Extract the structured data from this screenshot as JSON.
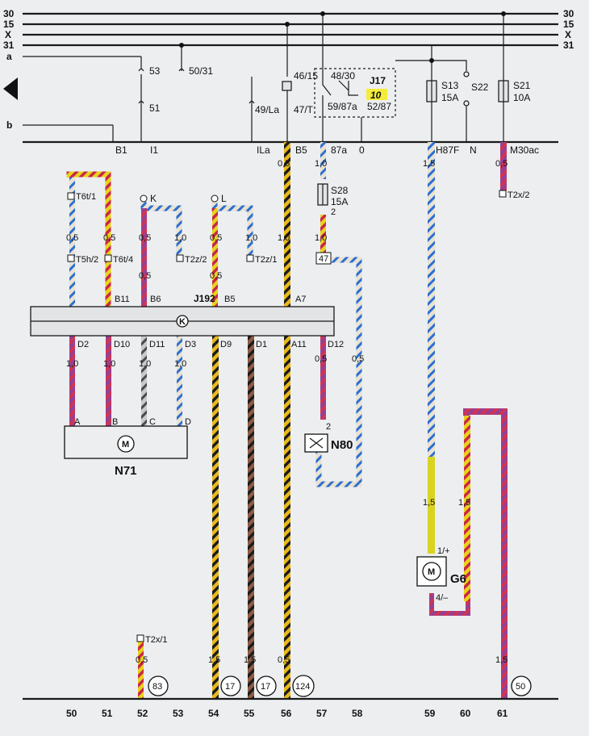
{
  "bus_lines": [
    "30",
    "15",
    "X",
    "31"
  ],
  "side_lines": [
    "a",
    "b"
  ],
  "relay": {
    "name": "J17",
    "number": "10"
  },
  "top_terms": {
    "t53": "53",
    "t50_31": "50/31",
    "t51": "51",
    "t46_15": "46/15",
    "t48_30": "48/30",
    "t49_la": "49/La",
    "t47_t": "47/T",
    "t59_87a": "59/87a",
    "t52_87": "52/87"
  },
  "fuses": [
    {
      "name": "S13",
      "rating": "15A"
    },
    {
      "name": "S22",
      "rating": ""
    },
    {
      "name": "S21",
      "rating": "10A"
    },
    {
      "name": "S28",
      "rating": "15A"
    }
  ],
  "header_labels": [
    "B1",
    "I1",
    "ILa",
    "B5",
    "87a",
    "0",
    "H87F",
    "N",
    "M30ac"
  ],
  "wire_sizes": {
    "top_row": [
      "0,5",
      "1,0",
      "1,5",
      "0,5"
    ],
    "mid_row": [
      "0,5",
      "0,5",
      "0,5",
      "1,0",
      "0,5",
      "1,0",
      "1,0",
      "1,0"
    ],
    "lower_row": [
      "0,5",
      "0,5"
    ],
    "d_row": [
      "1,0",
      "1,0",
      "1,0",
      "1,0",
      "0,5",
      "0,5"
    ],
    "g_row": [
      "1,5",
      "1,5"
    ],
    "bottom_row": [
      "0,5",
      "1,5",
      "1,5",
      "0,5",
      "1,5"
    ]
  },
  "connectors": [
    "T6t/1",
    "T5h/2",
    "T6t/4",
    "T2z/2",
    "T2z/1",
    "T2x/2",
    "T2x/1"
  ],
  "nodes": [
    "K",
    "L"
  ],
  "relay_out": {
    "pin2": "2",
    "box": "47"
  },
  "module": {
    "name": "J192",
    "mark": "K"
  },
  "module_top_pins": [
    "B11",
    "B6",
    "B5",
    "A7"
  ],
  "module_bottom_pins": [
    "D2",
    "D10",
    "D11",
    "D3",
    "D9",
    "D1",
    "A11",
    "D12"
  ],
  "motor_n71": {
    "name": "N71",
    "pins": [
      "A",
      "B",
      "C",
      "D"
    ],
    "symbol": "M"
  },
  "valve_n80": {
    "name": "N80",
    "pin": "2"
  },
  "motor_g6": {
    "name": "G6",
    "pin_plus": "1/+",
    "pin_minus": "4/–",
    "symbol": "M"
  },
  "circles": [
    "83",
    "17",
    "17",
    "124",
    "50"
  ],
  "bottom_numbers": [
    "50",
    "51",
    "52",
    "53",
    "54",
    "55",
    "56",
    "57",
    "58",
    "59",
    "60",
    "61"
  ]
}
